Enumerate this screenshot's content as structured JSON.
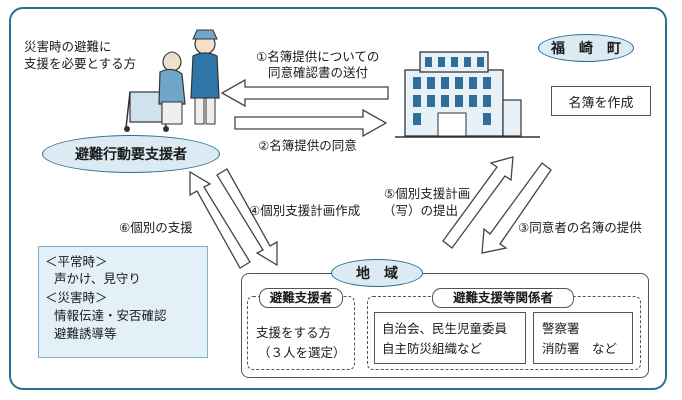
{
  "people_caption": [
    "災害時の避難に",
    "支援を必要とする方"
  ],
  "town": {
    "name": "福　崎　町",
    "action": "名簿を作成"
  },
  "requirer_label": "避難行動要支援者",
  "steps": {
    "s1": [
      "①名簿提供についての",
      "同意確認書の送付"
    ],
    "s2": "②名簿提供の同意",
    "s3": "③同意者の名簿の提供",
    "s4": "④個別支援計画作成",
    "s5": [
      "⑤個別支援計画",
      "（写）の提出"
    ],
    "s6": "⑥個別の支援"
  },
  "support_box": {
    "normal_title": "＜平常時＞",
    "normal_text": "声かけ、見守り",
    "disaster_title": "＜災害時＞",
    "disaster_lines": [
      "情報伝達・安否確認",
      "避難誘導等"
    ]
  },
  "region": {
    "title": "地　域",
    "supporter": {
      "title": "避難支援者",
      "lines": [
        "支援をする方",
        "（３人を選定）"
      ]
    },
    "related": {
      "title": "避難支援等関係者",
      "group1": [
        "自治会、民生児童委員",
        "自主防災組織など"
      ],
      "group2": [
        "警察署",
        "消防署　など"
      ]
    }
  },
  "colors": {
    "accent": "#2a6f8e",
    "light_blue": "#dbeaf3",
    "support_bg": "#e3f0f8"
  }
}
